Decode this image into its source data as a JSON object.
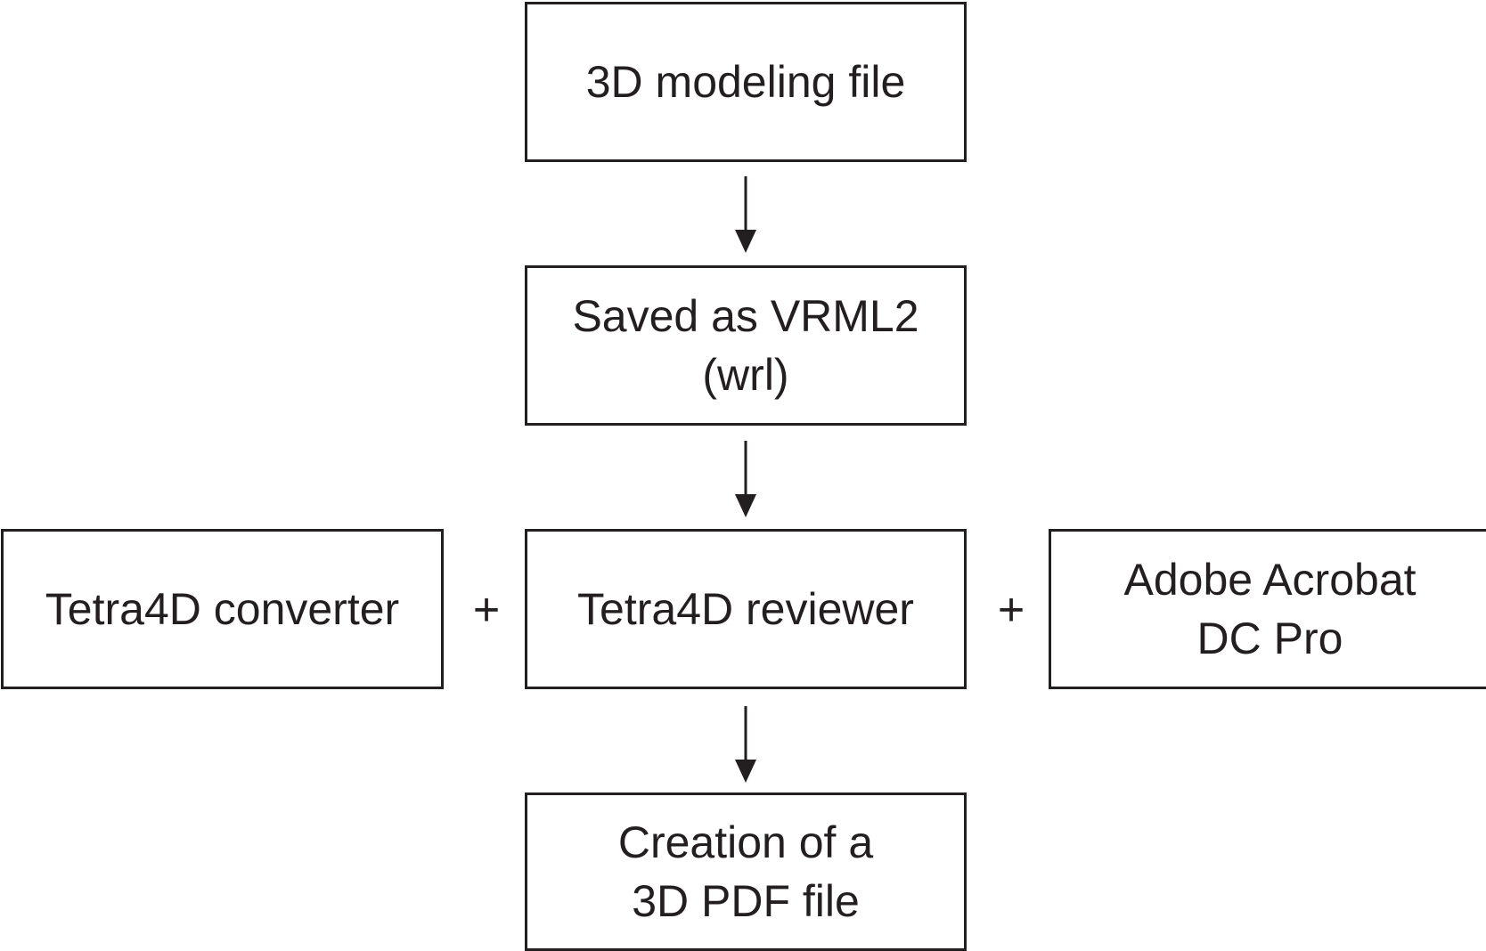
{
  "diagram": {
    "nodes": {
      "modeling_file": {
        "lines": [
          "3D modeling file"
        ]
      },
      "vrml": {
        "lines": [
          "Saved as VRML2",
          "(wrl)"
        ]
      },
      "converter": {
        "lines": [
          "Tetra4D converter"
        ]
      },
      "reviewer": {
        "lines": [
          "Tetra4D reviewer"
        ]
      },
      "acrobat": {
        "lines": [
          "Adobe Acrobat",
          "DC Pro"
        ]
      },
      "pdf": {
        "lines": [
          "Creation of a",
          "3D PDF file"
        ]
      }
    },
    "operators": {
      "left_plus": "+",
      "right_plus": "+"
    },
    "colors": {
      "stroke": "#231f20",
      "background": "#ffffff"
    }
  }
}
